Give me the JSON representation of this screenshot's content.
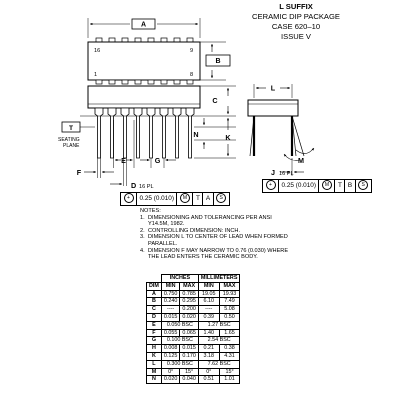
{
  "header": {
    "title": "L SUFFIX",
    "package": "CERAMIC DIP PACKAGE",
    "case": "CASE 620–10",
    "issue": "ISSUE V"
  },
  "labels": {
    "A": "A",
    "B": "B",
    "C": "C",
    "L": "L",
    "T": "T",
    "seating1": "SEATING",
    "seating2": "PLANE",
    "N": "N",
    "K": "K",
    "F": "F",
    "E": "E",
    "G": "G",
    "D": "D",
    "d_pl": "16 PL",
    "J": "J",
    "j_pl": "16 PL",
    "M": "M",
    "pin16": "16",
    "pin9": "9",
    "pin1": "1",
    "pin8": "8"
  },
  "fcf_left": [
    "0.25 (0.010)",
    "M",
    "T",
    "A",
    "S"
  ],
  "fcf_right": [
    "0.25 (0.010)",
    "M",
    "T",
    "B",
    "S"
  ],
  "notes": {
    "heading": "NOTES:",
    "items": [
      "DIMENSIONING AND TOLERANCING PER ANSI Y14.5M, 1982.",
      "CONTROLLING DIMENSION: INCH.",
      "DIMENSION L TO CENTER OF LEAD WHEN FORMED PARALLEL.",
      "DIMENSION F MAY NARROW TO 0.76 (0.030) WHERE THE LEAD ENTERS THE CERAMIC BODY."
    ]
  },
  "table": {
    "group_inches": "INCHES",
    "group_mm": "MILLIMETERS",
    "col_dim": "DIM",
    "col_min": "MIN",
    "col_max": "MAX",
    "rows": [
      {
        "dim": "A",
        "in_min": "0.750",
        "in_max": "0.785",
        "mm_min": "19.05",
        "mm_max": "19.93"
      },
      {
        "dim": "B",
        "in_min": "0.240",
        "in_max": "0.295",
        "mm_min": "6.10",
        "mm_max": "7.49"
      },
      {
        "dim": "C",
        "in_min": "----",
        "in_max": "0.200",
        "mm_min": "----",
        "mm_max": "5.08"
      },
      {
        "dim": "D",
        "in_min": "0.015",
        "in_max": "0.020",
        "mm_min": "0.39",
        "mm_max": "0.50"
      },
      {
        "dim": "E",
        "in_span": "0.050 BSC",
        "mm_span": "1.27 BSC"
      },
      {
        "dim": "F",
        "in_min": "0.055",
        "in_max": "0.065",
        "mm_min": "1.40",
        "mm_max": "1.65"
      },
      {
        "dim": "G",
        "in_span": "0.100 BSC",
        "mm_span": "2.54 BSC"
      },
      {
        "dim": "H",
        "in_min": "0.008",
        "in_max": "0.015",
        "mm_min": "0.21",
        "mm_max": "0.38"
      },
      {
        "dim": "K",
        "in_min": "0.125",
        "in_max": "0.170",
        "mm_min": "3.18",
        "mm_max": "4.31"
      },
      {
        "dim": "L",
        "in_span": "0.300 BSC",
        "mm_span": "7.62 BSC"
      },
      {
        "dim": "M",
        "in_min": "0°",
        "in_max": "15°",
        "mm_min": "0°",
        "mm_max": "15°"
      },
      {
        "dim": "N",
        "in_min": "0.020",
        "in_max": "0.040",
        "mm_min": "0.51",
        "mm_max": "1.01"
      }
    ]
  }
}
